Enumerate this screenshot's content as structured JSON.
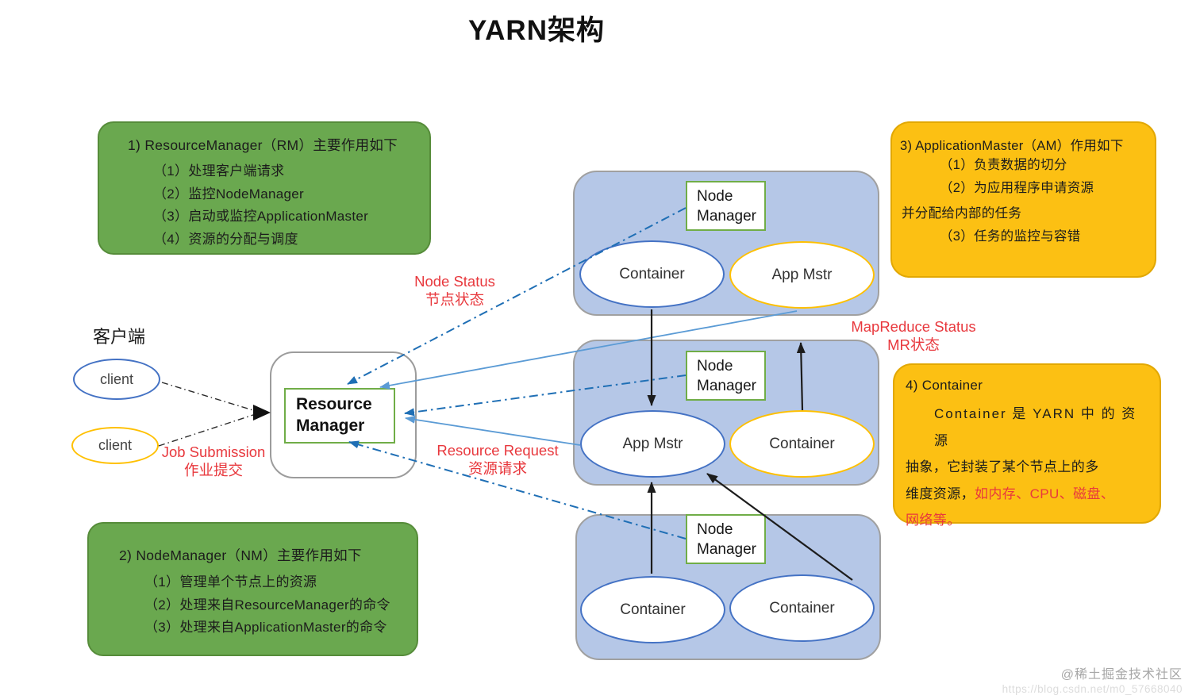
{
  "title": "YARN架构",
  "labels": {
    "client_group": "客户端",
    "node_status_en": "Node Status",
    "node_status_zh": "节点状态",
    "job_submission_en": "Job Submission",
    "job_submission_zh": "作业提交",
    "resource_request_en": "Resource Request",
    "resource_request_zh": "资源请求",
    "mapreduce_status_en": "MapReduce Status",
    "mapreduce_status_zh": "MR状态"
  },
  "nodes": {
    "resource_manager": "Resource Manager",
    "node_manager": "Node Manager",
    "container": "Container",
    "app_mstr": "App Mstr",
    "client": "client"
  },
  "notes": {
    "rm": {
      "heading": "1) ResourceManager（RM）主要作用如下",
      "items": [
        "（1）处理客户端请求",
        "（2）监控NodeManager",
        "（3）启动或监控ApplicationMaster",
        "（4）资源的分配与调度"
      ]
    },
    "nm": {
      "heading": "2) NodeManager（NM）主要作用如下",
      "items": [
        "（1）管理单个节点上的资源",
        "（2）处理来自ResourceManager的命令",
        "（3）处理来自ApplicationMaster的命令"
      ]
    },
    "am": {
      "heading": "3) ApplicationMaster（AM）作用如下",
      "item1": "（1）负责数据的切分",
      "item2": "（2）为应用程序申请资源",
      "item2_cont": "并分配给内部的任务",
      "item3": "（3）任务的监控与容错"
    },
    "container": {
      "heading": "4) Container",
      "line1": "Container 是 YARN 中 的 资 源",
      "line2": "抽象，它封装了某个节点上的多",
      "line3_black": "维度资源，",
      "line3_red": "如内存、CPU、磁盘、",
      "line4_red": "网络等。"
    }
  },
  "watermark": {
    "community": "@稀土掘金技术社区",
    "url": "https://blog.csdn.net/m0_57668040"
  },
  "colors": {
    "green_box": "#6aa84f",
    "gold_box": "#fcc013",
    "panel_blue": "#b5c7e7",
    "label_red": "#e8383d",
    "node_status_line": "#1f6fb5",
    "resource_request_line": "#5b9bd5",
    "container_border": "#4472c4",
    "app_mstr_border": "#ffc000",
    "node_manager_border": "#70ad47"
  }
}
